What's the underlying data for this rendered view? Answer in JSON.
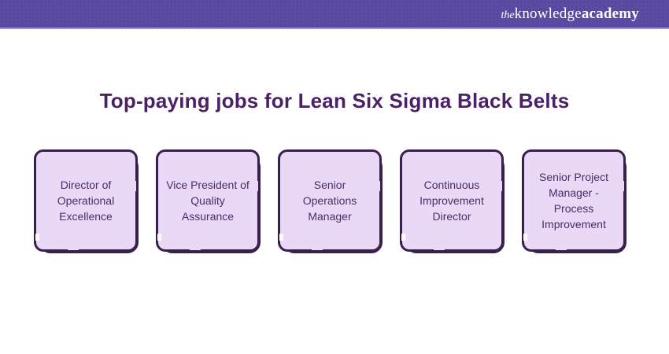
{
  "header": {
    "logo_the": "the",
    "logo_knowledge": "knowledge",
    "logo_academy": "academy"
  },
  "title": "Top-paying jobs for Lean Six Sigma Black Belts",
  "cards": [
    {
      "label": "Director of Operational Excellence"
    },
    {
      "label": "Vice President of Quality Assurance"
    },
    {
      "label": "Senior Operations Manager"
    },
    {
      "label": "Continuous Improvement Director"
    },
    {
      "label": "Senior Project Manager - Process Improvement"
    }
  ],
  "colors": {
    "header_bg": "#5c4ba3",
    "header_border_bottom": "#9d93cf",
    "title_text": "#4a2066",
    "card_face": "#ead8f7",
    "card_outline": "#38204d",
    "card_shadow": "#7d5094",
    "card_text": "#4b2c66",
    "logo_text": "#ffffff"
  }
}
